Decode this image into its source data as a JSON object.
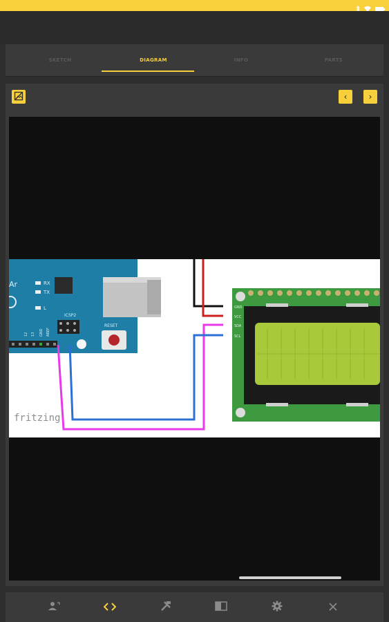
{
  "tabs": [
    {
      "label": "SKETCH",
      "active": false
    },
    {
      "label": "DIAGRAM",
      "active": true
    },
    {
      "label": "INFO",
      "active": false
    },
    {
      "label": "PARTS",
      "active": false
    }
  ],
  "toolbar": {
    "left_icon": "image-off-icon",
    "prev_label": "‹",
    "next_label": "›"
  },
  "diagram": {
    "watermark": "fritzing",
    "arduino": {
      "tx_label": "TX",
      "rx_label": "RX",
      "l_label": "L",
      "icsp_label": "ICSP2",
      "reset_label": "RESET",
      "aref_label": "AREF",
      "gnd_label": "GND",
      "pin13": "13",
      "pin12": "12",
      "logo_partial": "Ar"
    },
    "lcd_pins": [
      "GND",
      "VCC",
      "SDA",
      "SCL"
    ]
  },
  "bottom_nav": [
    {
      "icon": "user-switch-icon",
      "active": false
    },
    {
      "icon": "code-icon",
      "active": true
    },
    {
      "icon": "tools-icon",
      "active": false
    },
    {
      "icon": "book-icon",
      "active": false
    },
    {
      "icon": "gear-icon",
      "active": false
    },
    {
      "icon": "close-icon",
      "active": false
    }
  ],
  "colors": {
    "accent": "#f7d03b",
    "panel": "#3a3a3a",
    "arduino_blue": "#1f7ea5",
    "lcd_green": "#3e9a3f",
    "lcd_screen": "#a8c93a"
  }
}
